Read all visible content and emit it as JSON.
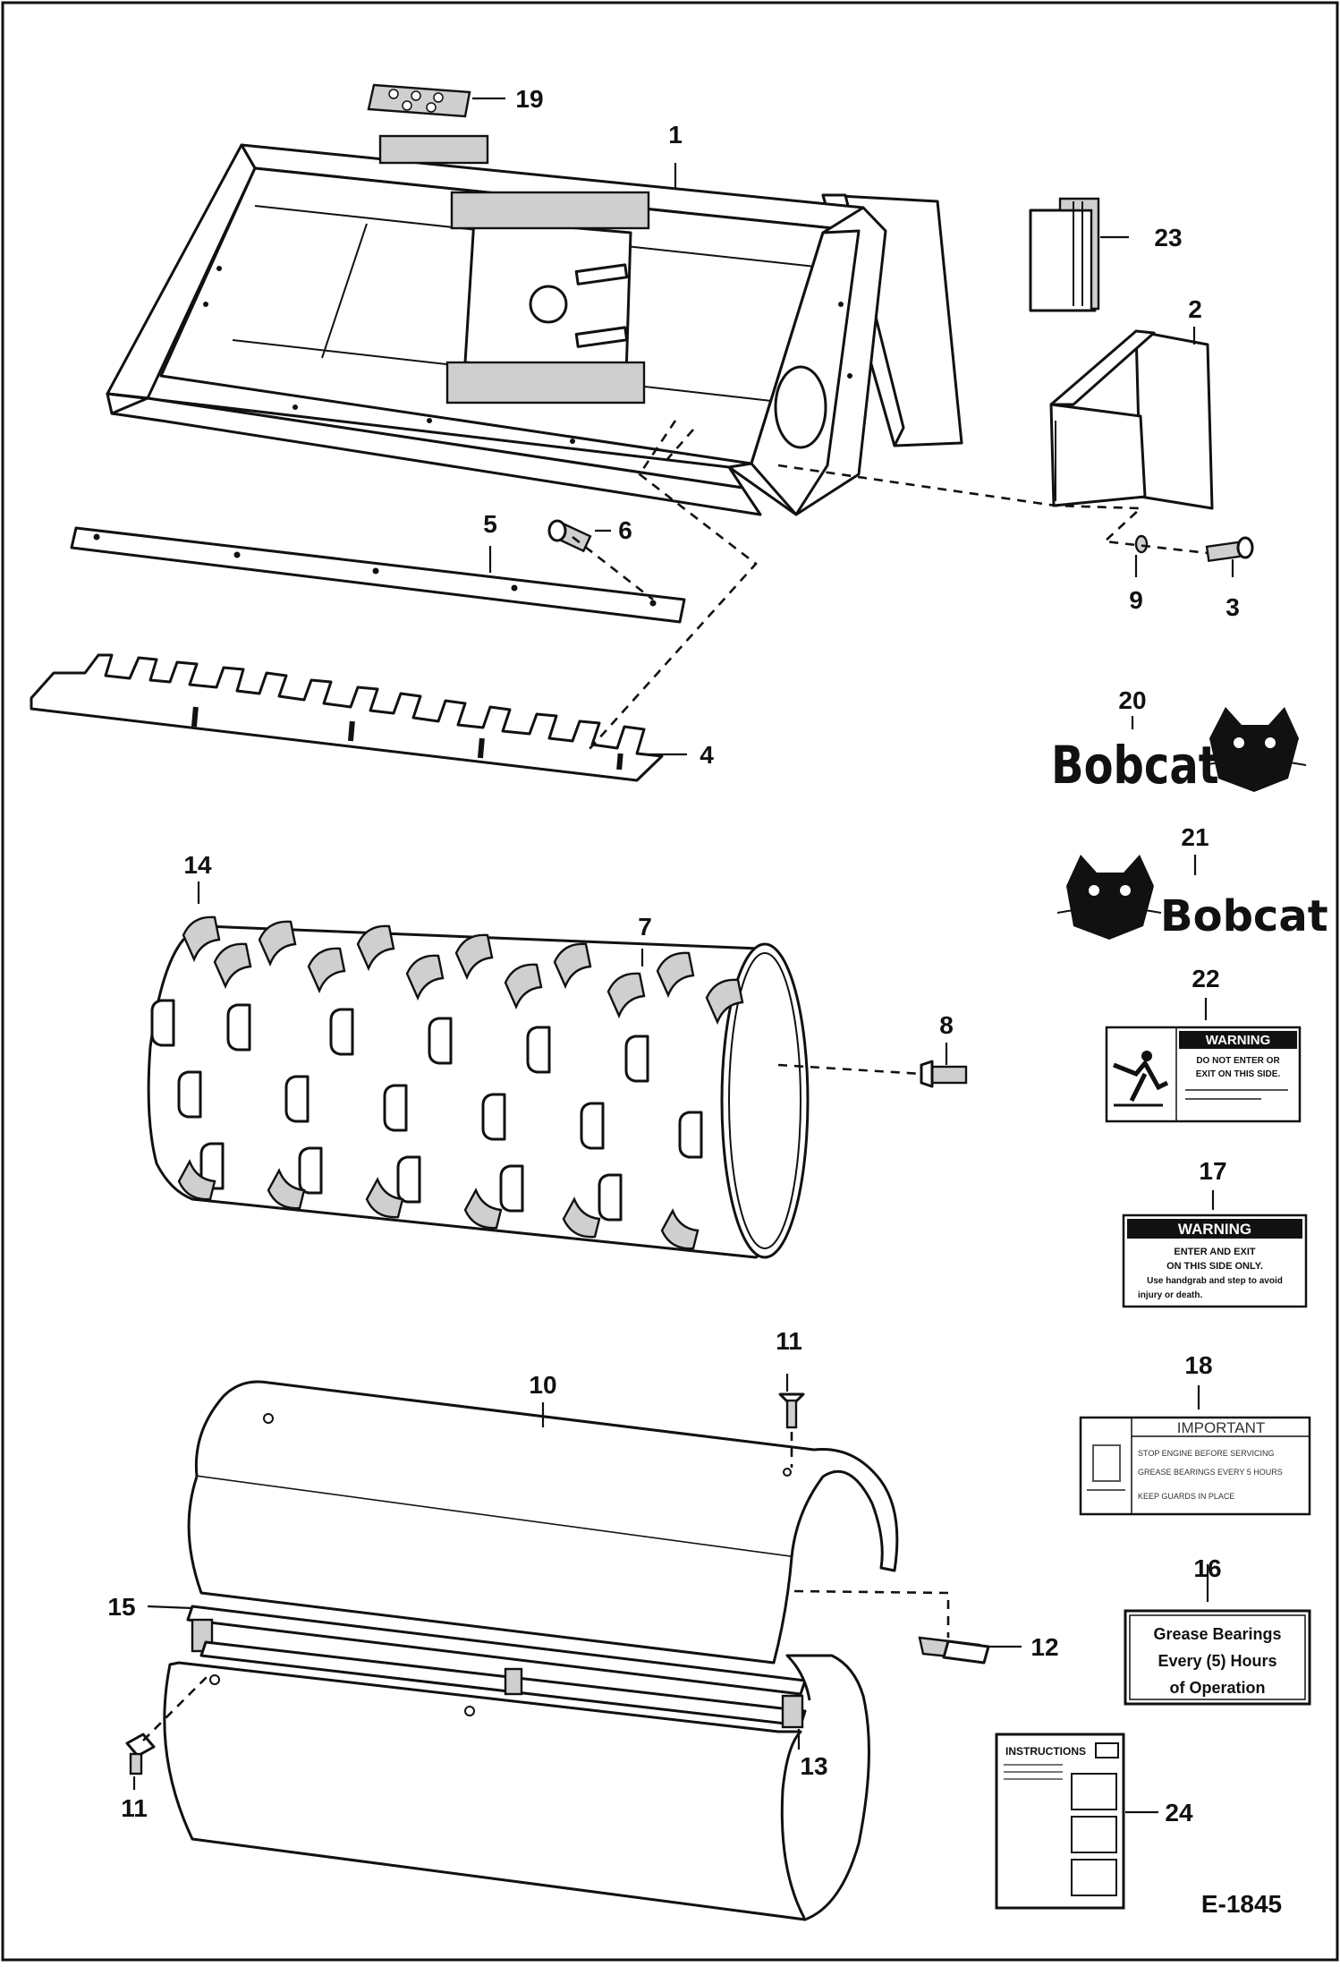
{
  "diagram": {
    "figure_code": "E-1845",
    "callouts": [
      "1",
      "2",
      "3",
      "4",
      "5",
      "6",
      "7",
      "8",
      "9",
      "10",
      "11",
      "11",
      "12",
      "13",
      "14",
      "15",
      "16",
      "17",
      "18",
      "19",
      "20",
      "21",
      "22",
      "23",
      "24"
    ]
  },
  "logos": {
    "logo_20": "Bobcat",
    "logo_21": "Bobcat"
  },
  "decals": {
    "d22": {
      "heading": "WARNING",
      "line1": "DO NOT ENTER OR",
      "line2": "EXIT ON THIS SIDE."
    },
    "d17": {
      "heading": "WARNING",
      "line1": "ENTER AND EXIT",
      "line2": "ON THIS SIDE ONLY.",
      "line3": "Use handgrab and step to avoid",
      "line4": "injury or death."
    },
    "d18": {
      "heading": "IMPORTANT",
      "line1": "STOP ENGINE BEFORE SERVICING",
      "line2": "GREASE BEARINGS EVERY 5 HOURS",
      "line3": "KEEP GUARDS IN PLACE"
    },
    "d16": {
      "line1": "Grease Bearings",
      "line2": "Every (5) Hours",
      "line3": "of Operation"
    },
    "d24": {
      "title": "INSTRUCTIONS"
    }
  }
}
